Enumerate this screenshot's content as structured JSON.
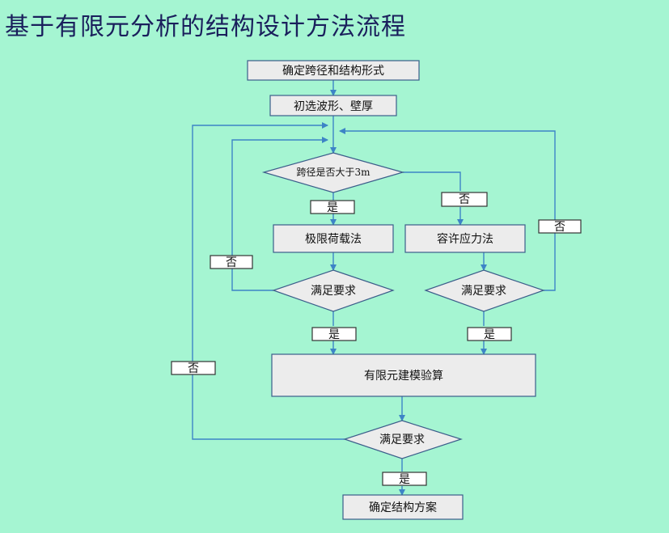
{
  "title": "基于有限元分析的结构设计方法流程",
  "nodes": {
    "determine_span": "确定跨径和结构形式",
    "initial_selection": "初选波形、壁厚",
    "span_decision": "跨径是否大于3m",
    "limit_load": "极限荷载法",
    "allowable_stress": "容许应力法",
    "satisfy_left": "满足要求",
    "satisfy_right": "满足要求",
    "fea_check": "有限元建模验算",
    "satisfy_bottom": "满足要求",
    "final_scheme": "确定结构方案"
  },
  "edge_labels": {
    "yes_span": "是",
    "no_span": "否",
    "no_right_loop": "否",
    "no_left_loop": "否",
    "yes_left": "是",
    "yes_right": "是",
    "no_outer_loop": "否",
    "yes_bottom": "是"
  },
  "colors": {
    "background": "#a5f5d2",
    "edge": "#3d84c6",
    "title": "#1a1f5c"
  }
}
